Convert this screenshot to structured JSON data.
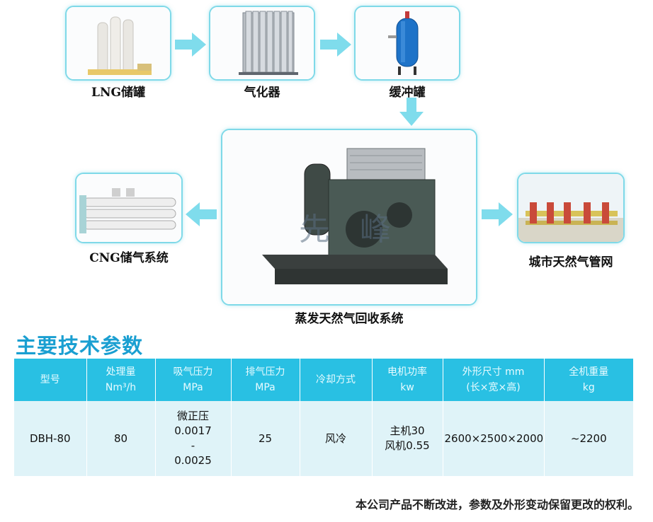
{
  "flow": {
    "lng_tank": "LNG储罐",
    "vaporizer": "气化器",
    "buffer_tank": "缓冲罐",
    "recovery_system": "蒸发天然气回收系统",
    "cng_storage": "CNG储气系统",
    "city_pipeline": "城市天然气管网",
    "watermark": "先 峰"
  },
  "specs": {
    "title": "主要技术参数",
    "headers": [
      {
        "l1": "型号",
        "l2": ""
      },
      {
        "l1": "处理量",
        "l2": "Nm³/h"
      },
      {
        "l1": "吸气压力",
        "l2": "MPa"
      },
      {
        "l1": "排气压力",
        "l2": "MPa"
      },
      {
        "l1": "冷却方式",
        "l2": ""
      },
      {
        "l1": "电机功率",
        "l2": "kw"
      },
      {
        "l1": "外形尺寸 mm",
        "l2": "(长×宽×高)"
      },
      {
        "l1": "全机重量",
        "l2": "kg"
      }
    ],
    "row": {
      "model": "DBH-80",
      "capacity": "80",
      "suction_pressure": [
        "微正压",
        "0.0017",
        "-",
        "0.0025"
      ],
      "discharge_pressure": "25",
      "cooling": "风冷",
      "motor_power": [
        "主机30",
        "风机0.55"
      ],
      "dimensions": "2600×2500×2000",
      "weight": "~2200"
    }
  },
  "footer_note": "本公司产品不断改进，参数及外形变动保留更改的权利。",
  "colors": {
    "accent": "#29c0e3",
    "heading": "#1a9fd1",
    "frame_border": "#7fd9e8",
    "arrow": "#7fdcec",
    "row_bg": "#dff3f8"
  }
}
